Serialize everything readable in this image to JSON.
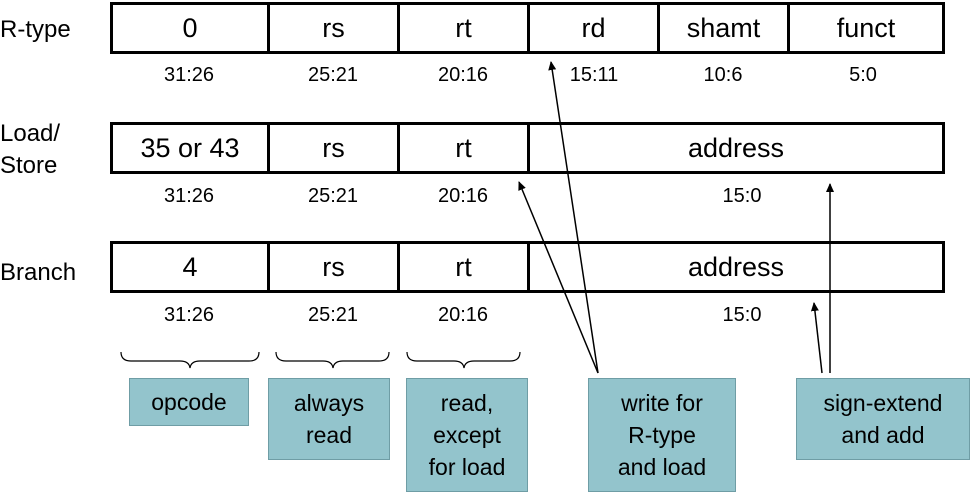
{
  "rows": [
    {
      "label": "R-type",
      "fields": [
        "0",
        "rs",
        "rt",
        "rd",
        "shamt",
        "funct"
      ],
      "bits": [
        "31:26",
        "25:21",
        "20:16",
        "15:11",
        "10:6",
        "5:0"
      ]
    },
    {
      "label_lines": [
        "Load/",
        "Store"
      ],
      "fields": [
        "35 or 43",
        "rs",
        "rt",
        "address"
      ],
      "bits": [
        "31:26",
        "25:21",
        "20:16",
        "15:0"
      ]
    },
    {
      "label": "Branch",
      "fields": [
        "4",
        "rs",
        "rt",
        "address"
      ],
      "bits": [
        "31:26",
        "25:21",
        "20:16",
        "15:0"
      ]
    }
  ],
  "notes": [
    {
      "lines": [
        "opcode"
      ]
    },
    {
      "lines": [
        "always",
        "read"
      ]
    },
    {
      "lines": [
        "read,",
        "except",
        "for load"
      ]
    },
    {
      "lines": [
        "write for",
        "R-type",
        "and load"
      ]
    },
    {
      "lines": [
        "sign-extend",
        "and add"
      ]
    }
  ],
  "colors": {
    "note_fill": "#93c4cc",
    "line": "#000000"
  }
}
